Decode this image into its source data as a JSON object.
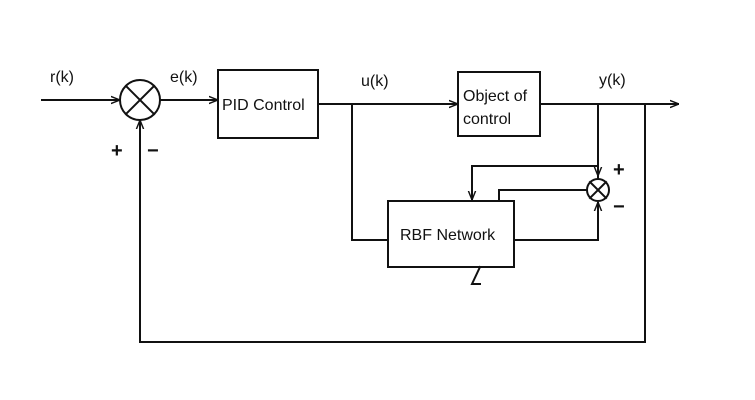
{
  "signals": {
    "reference": "r(k)",
    "error": "e(k)",
    "control": "u(k)",
    "output": "y(k)"
  },
  "blocks": {
    "pid": "PID Control",
    "plant_line1": "Object of",
    "plant_line2": "control",
    "rbf": "RBF Network"
  },
  "signs": {
    "main_plus": "+",
    "main_minus": "−",
    "small_plus": "+",
    "small_minus": "−"
  },
  "colors": {
    "stroke": "#111111",
    "background": "#ffffff"
  }
}
